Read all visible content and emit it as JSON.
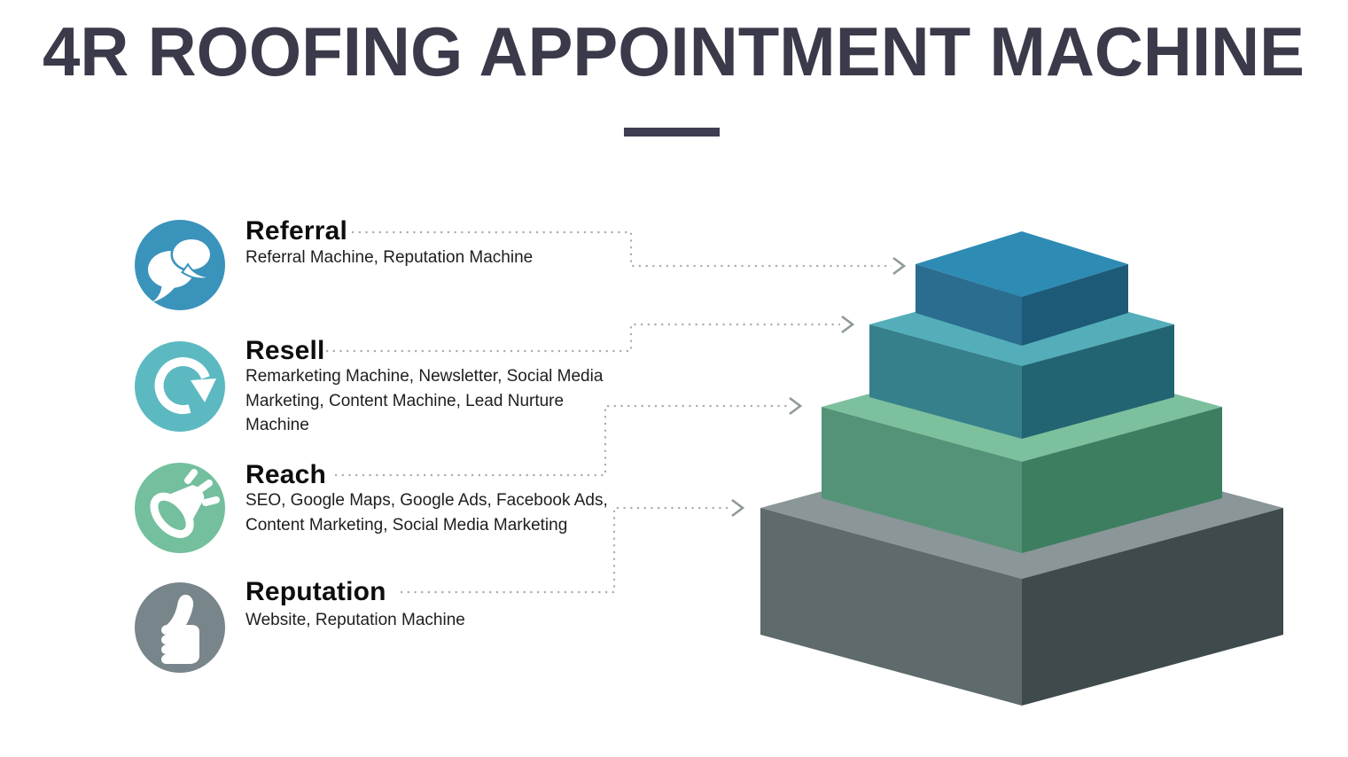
{
  "title": "4R ROOFING APPOINTMENT MACHINE",
  "colors": {
    "title": "#3a3a4a",
    "divider": "#3e3e50",
    "connector": "#aaaeae",
    "arrow": "#8f9999",
    "heading_text": "#0d0d0d",
    "description_text": "#1e1e1e"
  },
  "items": [
    {
      "label": "Referral",
      "description": "Referral Machine, Reputation Machine",
      "icon": "chat-bubbles-icon",
      "icon_color": "#3a93bb",
      "target_layer": "Referral"
    },
    {
      "label": "Resell",
      "description": "Remarketing Machine, Newsletter, Social Media Marketing, Content Machine, Lead Nurture Machine",
      "icon": "refresh-icon",
      "icon_color": "#5cb9c1",
      "target_layer": "Resell"
    },
    {
      "label": "Reach",
      "description": "SEO, Google Maps, Google Ads, Facebook Ads, Content Marketing, Social Media Marketing",
      "icon": "megaphone-icon",
      "icon_color": "#74bf9d",
      "target_layer": "Reach"
    },
    {
      "label": "Reputation",
      "description": "Website, Reputation Machine",
      "icon": "thumbs-up-icon",
      "icon_color": "#78858a",
      "target_layer": "Reputation"
    }
  ],
  "pyramid": {
    "layers": [
      {
        "name": "Referral",
        "level": 1,
        "colors": {
          "top": "#2e8bb4",
          "left": "#2a6d8e",
          "right": "#1d5a78"
        }
      },
      {
        "name": "Resell",
        "level": 2,
        "colors": {
          "top": "#53aeba",
          "left": "#35808b",
          "right": "#226471"
        }
      },
      {
        "name": "Reach",
        "level": 3,
        "colors": {
          "top": "#7dc09e",
          "left": "#549377",
          "right": "#3d7e61"
        }
      },
      {
        "name": "Reputation",
        "level": 4,
        "colors": {
          "top": "#8b9699",
          "left": "#5e6a6b",
          "right": "#3e4a4c"
        }
      }
    ]
  }
}
